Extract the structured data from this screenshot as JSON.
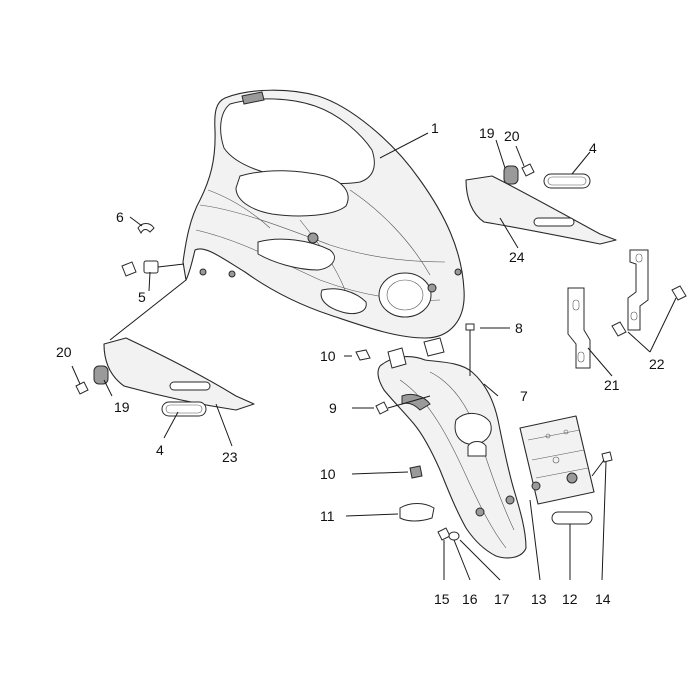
{
  "diagram": {
    "callouts": [
      {
        "id": "c1",
        "label": "1"
      },
      {
        "id": "c19a",
        "label": "19"
      },
      {
        "id": "c20a",
        "label": "20"
      },
      {
        "id": "c4a",
        "label": "4"
      },
      {
        "id": "c6",
        "label": "6"
      },
      {
        "id": "c24",
        "label": "24"
      },
      {
        "id": "c5",
        "label": "5"
      },
      {
        "id": "c8",
        "label": "8"
      },
      {
        "id": "c20b",
        "label": "20"
      },
      {
        "id": "c10a",
        "label": "10"
      },
      {
        "id": "c22",
        "label": "22"
      },
      {
        "id": "c21",
        "label": "21"
      },
      {
        "id": "c7",
        "label": "7"
      },
      {
        "id": "c19b",
        "label": "19"
      },
      {
        "id": "c9",
        "label": "9"
      },
      {
        "id": "c4b",
        "label": "4"
      },
      {
        "id": "c23",
        "label": "23"
      },
      {
        "id": "c10b",
        "label": "10"
      },
      {
        "id": "c11",
        "label": "11"
      },
      {
        "id": "c15",
        "label": "15"
      },
      {
        "id": "c16",
        "label": "16"
      },
      {
        "id": "c17",
        "label": "17"
      },
      {
        "id": "c13",
        "label": "13"
      },
      {
        "id": "c12",
        "label": "12"
      },
      {
        "id": "c14",
        "label": "14"
      }
    ]
  }
}
